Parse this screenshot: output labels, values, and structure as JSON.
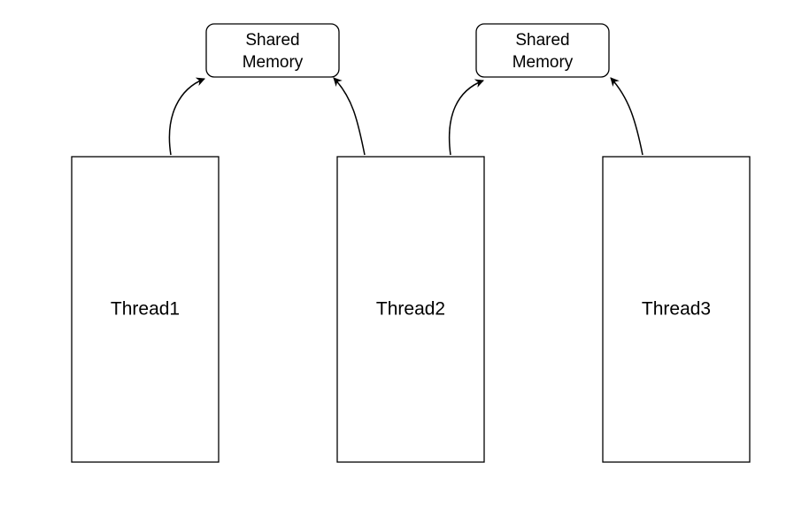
{
  "shared_memories": [
    {
      "line1": "Shared",
      "line2": "Memory"
    },
    {
      "line1": "Shared",
      "line2": "Memory"
    }
  ],
  "threads": [
    {
      "label": "Thread1"
    },
    {
      "label": "Thread2"
    },
    {
      "label": "Thread3"
    }
  ],
  "edges": [
    {
      "from": "Thread1",
      "to": "Shared Memory 1"
    },
    {
      "from": "Thread2",
      "to": "Shared Memory 1"
    },
    {
      "from": "Thread2",
      "to": "Shared Memory 2"
    },
    {
      "from": "Thread3",
      "to": "Shared Memory 2"
    }
  ],
  "colors": {
    "stroke": "#000000",
    "fill": "#ffffff",
    "background": "#ffffff"
  }
}
